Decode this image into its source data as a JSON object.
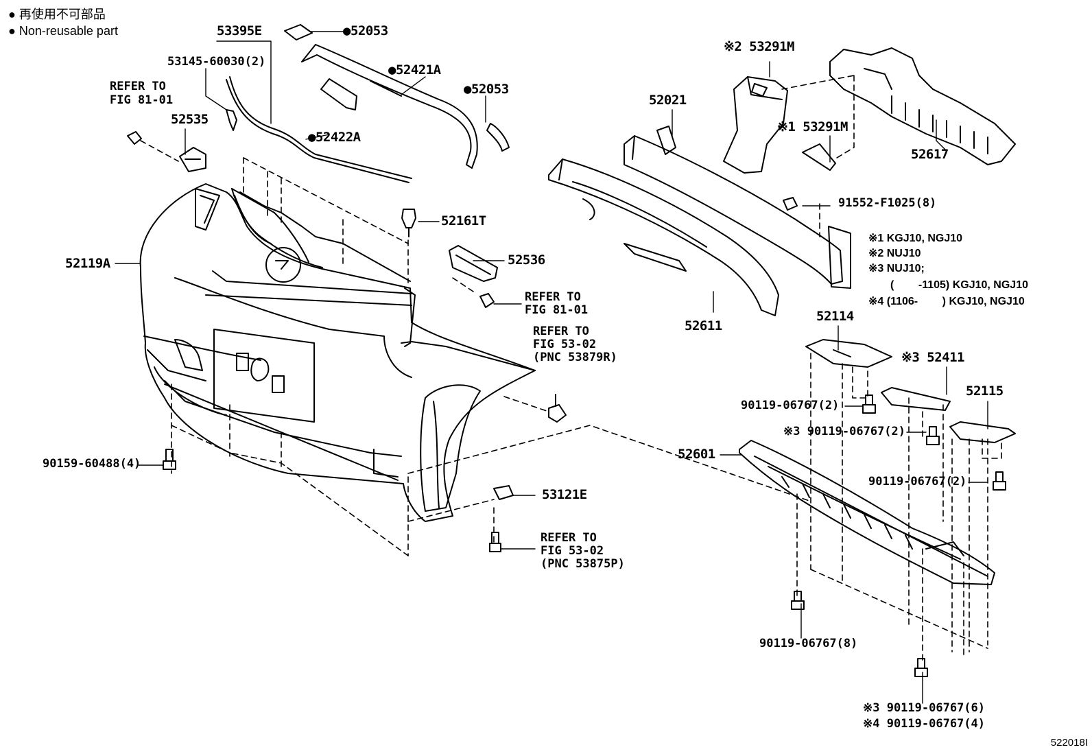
{
  "legend": {
    "jp": "● 再使用不可部品",
    "en": "● Non-reusable part"
  },
  "labels": {
    "p53395E": "53395E",
    "p52053a": "●52053",
    "p53145": "53145-60030(2)",
    "p52421A": "●52421A",
    "p52053b": "●52053",
    "refer1": "REFER TO",
    "refer1b": "FIG 81-01",
    "p52535": "52535",
    "p52422A": "●52422A",
    "p52161T": "52161T",
    "p52119A": "52119A",
    "p52536": "52536",
    "refer2": "REFER TO",
    "refer2b": "FIG 81-01",
    "refer3": "REFER TO",
    "refer3b": "FIG 53-02",
    "refer3c": "(PNC 53879R)",
    "p90159": "90159-60488(4)",
    "p53121E": "53121E",
    "refer4": "REFER TO",
    "refer4b": "FIG 53-02",
    "refer4c": "(PNC 53875P)",
    "p53291Ma": "※2 53291M",
    "p52021": "52021",
    "p53291Mb": "※1 53291M",
    "p52617": "52617",
    "p91552": "91552-F1025(8)",
    "p52611": "52611",
    "p52114": "52114",
    "p52411": "※3 52411",
    "p52115": "52115",
    "p90119a": "90119-06767(2)",
    "p90119b": "※3 90119-06767(2)",
    "p52601": "52601",
    "p90119c": "90119-06767(2)",
    "p90119d": "90119-06767(8)",
    "p90119e": "※3 90119-06767(6)",
    "p90119f": "※4 90119-06767(4)"
  },
  "notes": {
    "n1": "※1 KGJ10, NGJ10",
    "n2": "※2 NUJ10",
    "n3": "※3 NUJ10;",
    "n3b": "(        -1105) KGJ10, NGJ10",
    "n4": "※4 (1106-        ) KGJ10, NGJ10"
  },
  "figure_code": "522018I"
}
